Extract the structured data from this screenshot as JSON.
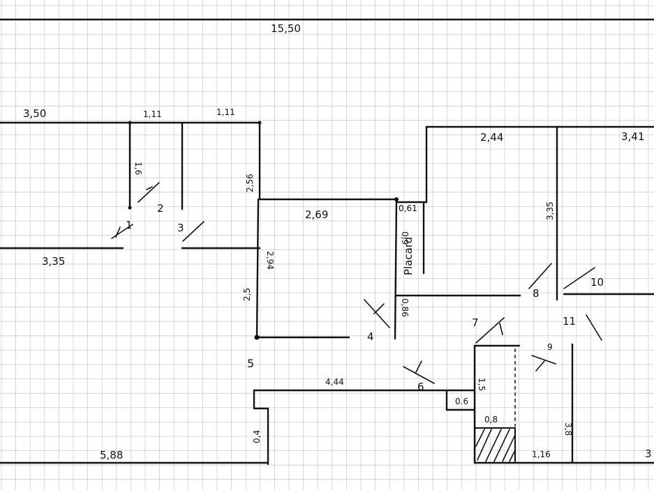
{
  "colors": {
    "paper": "#ffffff",
    "grid": "#c9ced3",
    "ink": "#111111"
  },
  "sheet": {
    "type": "graph-paper floor plan sketch"
  },
  "dimensions": {
    "top_total": "15,50",
    "left_top": "3,50",
    "seg_a": "1,11",
    "seg_b": "1,11",
    "v_1_6": "1,6",
    "v_2_56": "2,56",
    "h_2_69": "2,69",
    "h_0_61": "0,61",
    "h_2_44": "2,44",
    "h_3_41": "3,41",
    "v_3_35": "3,35",
    "left_mid": "3,35",
    "v_2_94": "2,94",
    "v_2_5": "2,5",
    "v_0_86": "0,86",
    "h_4_44": "4,44",
    "box_0_6": "0.6",
    "box_1_5": "1,5",
    "box_0_8": "0,8",
    "v_3_8": "3,8",
    "h_1_16": "1,16",
    "bottom_left": "5,88",
    "v_0_4": "0,4",
    "right_edge": "3",
    "v_0_9": "0,9"
  },
  "labels": {
    "placard": "Placard"
  },
  "doors": {
    "d1": "1",
    "d2": "2",
    "d3": "3",
    "d4": "4",
    "d5": "5",
    "d6": "6",
    "d7": "7",
    "d8": "8",
    "d9": "9",
    "d10": "10",
    "d11": "11"
  }
}
